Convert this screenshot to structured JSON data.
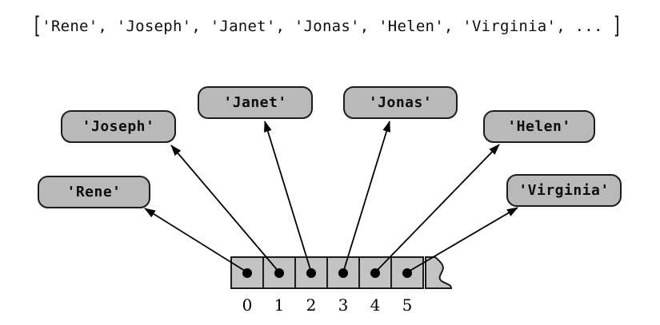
{
  "code_line": {
    "open_bracket": "[",
    "body": "'Rene', 'Joseph', 'Janet', 'Jonas', 'Helen', 'Virginia', ... ",
    "close_bracket": "]"
  },
  "diagram": {
    "objects": [
      "'Rene'",
      "'Joseph'",
      "'Janet'",
      "'Jonas'",
      "'Helen'",
      "'Virginia'"
    ],
    "indices": [
      "0",
      "1",
      "2",
      "3",
      "4",
      "5"
    ],
    "colors": {
      "background": "#ffffff",
      "box_fill": "#b9b9b9",
      "cell_fill": "#c3c3c3",
      "border": "#1c1c1c",
      "arrow": "#000000"
    }
  }
}
